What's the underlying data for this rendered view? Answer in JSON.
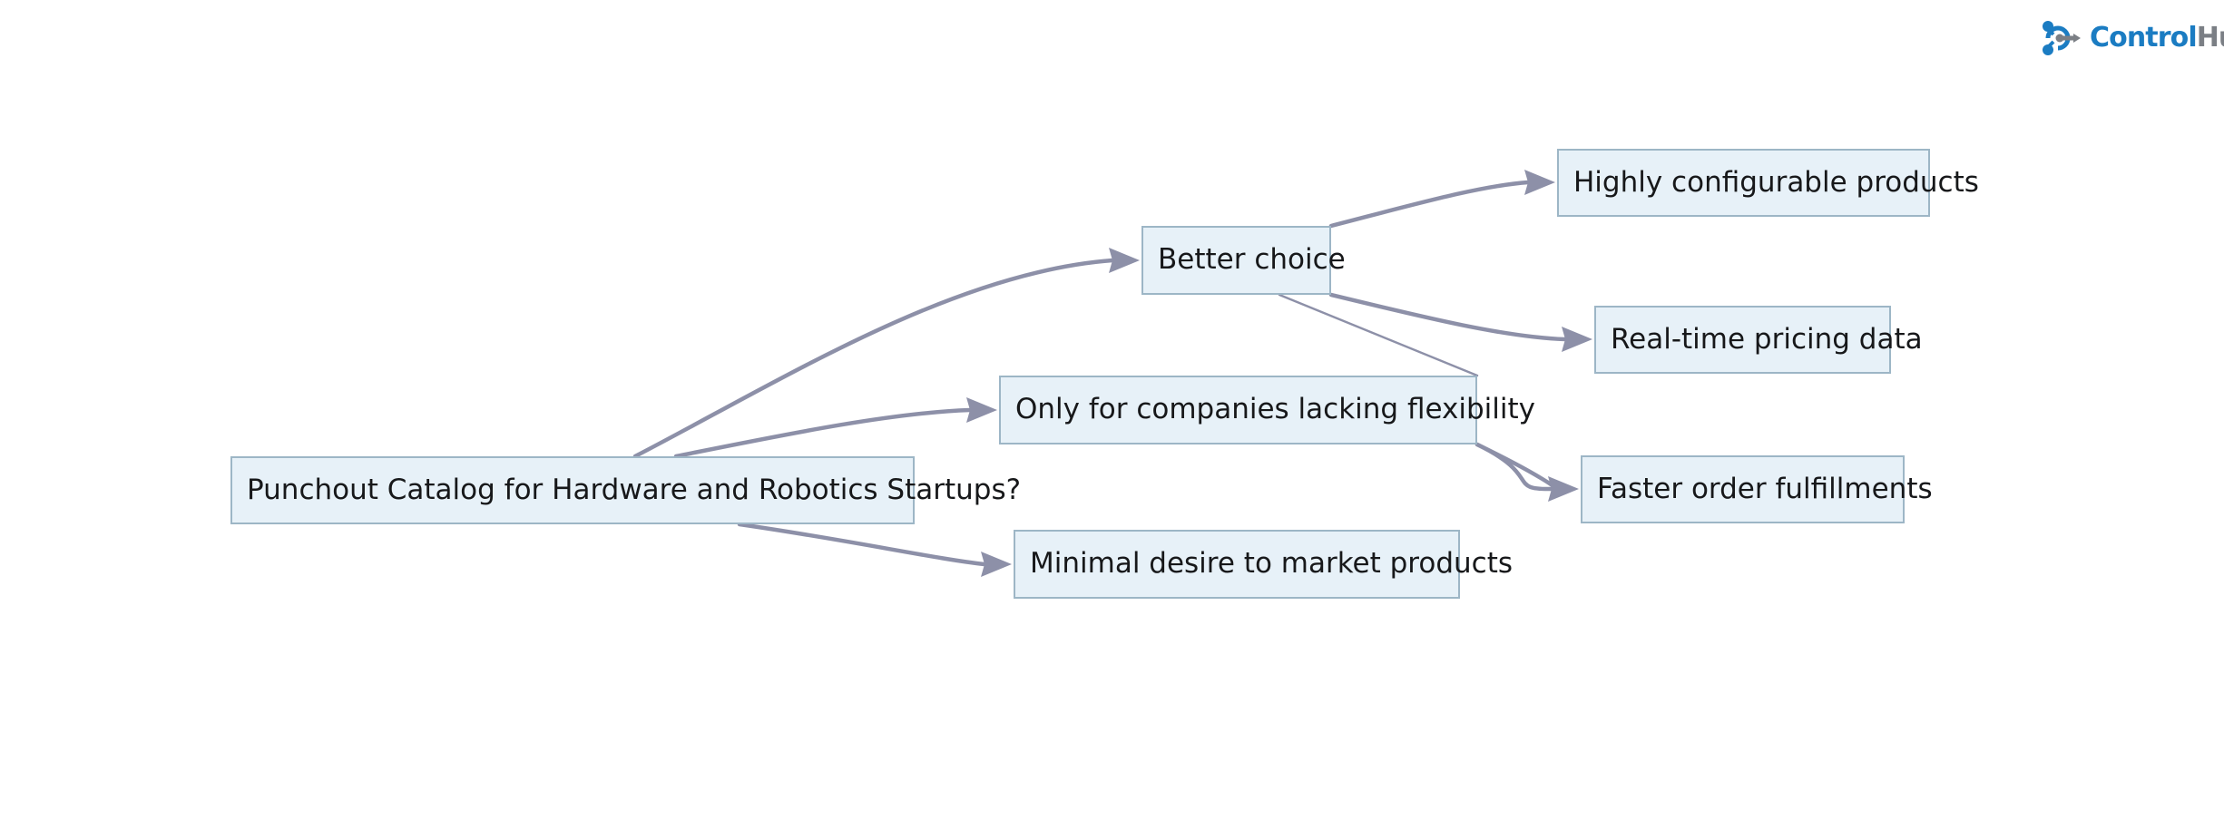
{
  "brand": {
    "name_part_1": "Control",
    "name_part_2": "Hub",
    "icon": "network-node-icon",
    "color_primary": "#1b7cc2",
    "color_secondary": "#7b7f85"
  },
  "diagram": {
    "type": "mind-map",
    "background_color": "#ffffff",
    "node_fill_color": "#e7f1f8",
    "node_border_color": "#9db6c6",
    "edge_color": "#8d90a8",
    "text_color": "#17181a",
    "nodes": [
      {
        "id": "root",
        "label": "Punchout Catalog for Hardware and Robotics Startups?",
        "level": 0
      },
      {
        "id": "better-choice",
        "label": "Better choice",
        "level": 1
      },
      {
        "id": "only-flex",
        "label": "Only for companies lacking flexibility",
        "level": 1
      },
      {
        "id": "minimal-desire",
        "label": "Minimal desire to market products",
        "level": 1
      },
      {
        "id": "highly-config",
        "label": "Highly configurable products",
        "level": 2
      },
      {
        "id": "realtime-price",
        "label": "Real-time pricing data",
        "level": 2
      },
      {
        "id": "faster-order",
        "label": "Faster order fulfillments",
        "level": 2
      }
    ],
    "edges": [
      {
        "from": "root",
        "to": "better-choice"
      },
      {
        "from": "root",
        "to": "only-flex"
      },
      {
        "from": "root",
        "to": "minimal-desire"
      },
      {
        "from": "better-choice",
        "to": "highly-config"
      },
      {
        "from": "better-choice",
        "to": "realtime-price"
      },
      {
        "from": "better-choice",
        "to": "only-flex"
      },
      {
        "from": "only-flex",
        "to": "faster-order"
      }
    ]
  }
}
